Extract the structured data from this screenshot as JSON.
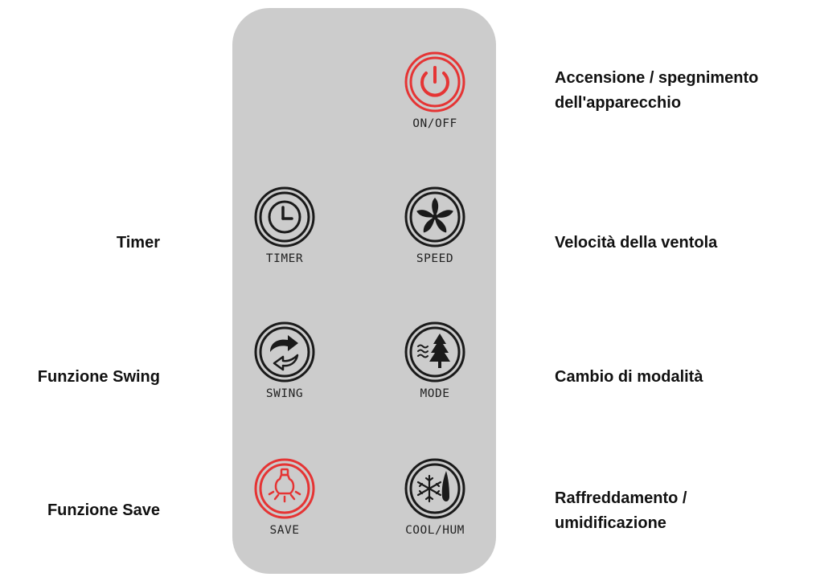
{
  "colors": {
    "remote_body": "#cccccc",
    "icon_dark": "#1a1a1a",
    "icon_red": "#e53434"
  },
  "buttons": {
    "onoff": {
      "label": "ON/OFF",
      "icon": "power-icon"
    },
    "timer": {
      "label": "TIMER",
      "icon": "clock-icon"
    },
    "speed": {
      "label": "SPEED",
      "icon": "fan-icon"
    },
    "swing": {
      "label": "SWING",
      "icon": "swing-arrows-icon"
    },
    "mode": {
      "label": "MODE",
      "icon": "tree-wind-icon"
    },
    "save": {
      "label": "SAVE",
      "icon": "lightbulb-icon"
    },
    "coolhum": {
      "label": "COOL/HUM",
      "icon": "snowflake-drop-icon"
    }
  },
  "descriptions": {
    "onoff_line1": "Accensione / spegnimento",
    "onoff_line2": "dell'apparecchio",
    "timer": "Timer",
    "speed": "Velocità della ventola",
    "swing": "Funzione Swing",
    "mode": "Cambio di modalità",
    "save": "Funzione Save",
    "coolhum_line1": "Raffreddamento /",
    "coolhum_line2": "umidificazione"
  }
}
